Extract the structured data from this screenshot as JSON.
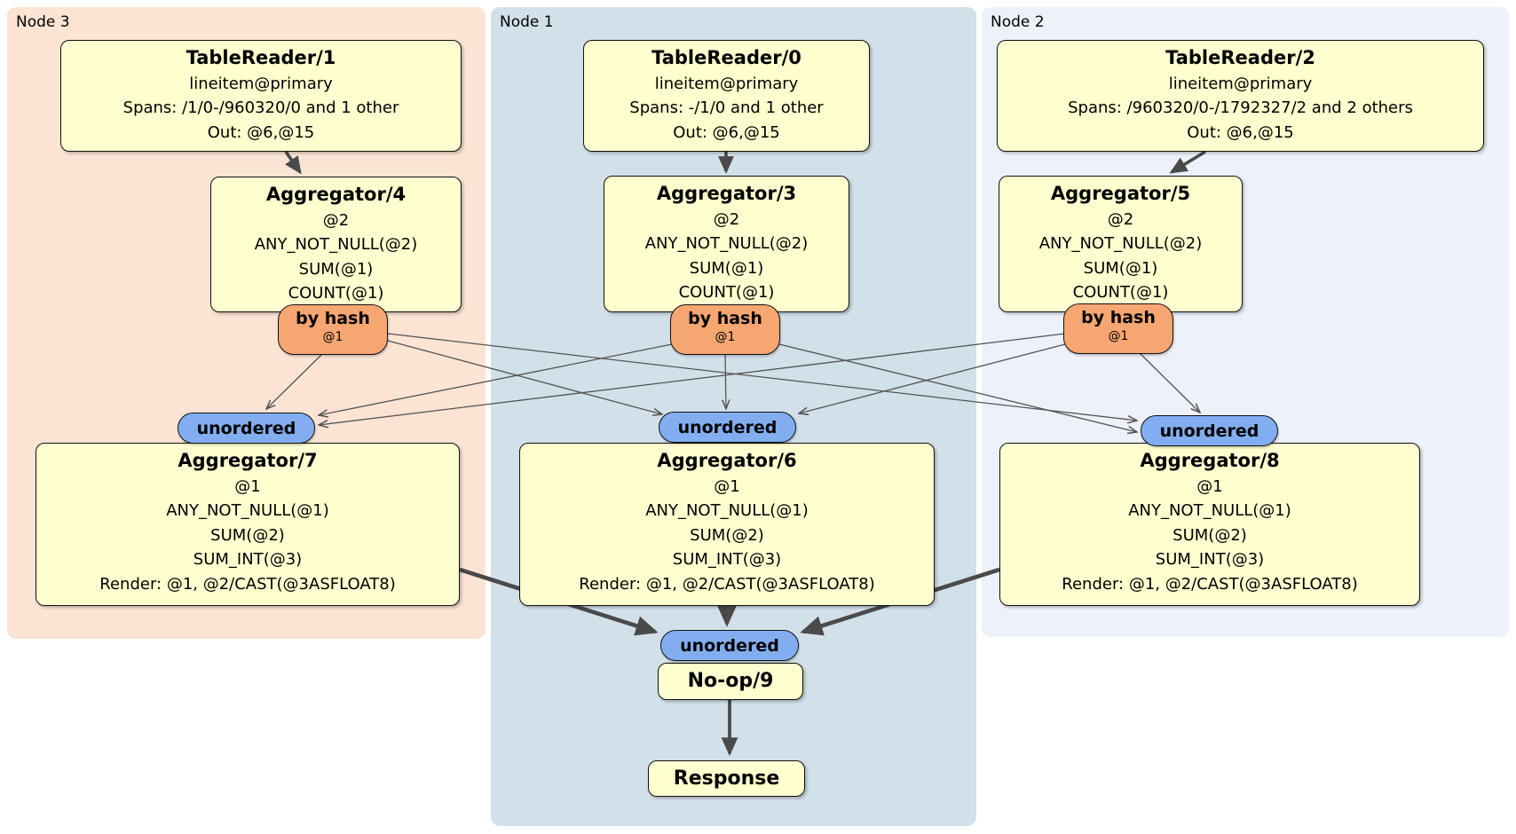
{
  "colors": {
    "node3_bg": "#fce4d4",
    "node1_bg": "#d2e0e9",
    "node2_bg": "#edf1fa",
    "box_bg": "#ffffcf",
    "router_bg": "#f6a671",
    "sync_bg": "#82aef1",
    "edge_thin": "#555555",
    "edge_thick": "#4a4a4a"
  },
  "nodes": [
    {
      "label": "Node 3",
      "tablereader": {
        "title": "TableReader/1",
        "lines": [
          "lineitem@primary",
          "Spans: /1/0-/960320/0 and 1 other",
          "Out: @6,@15"
        ]
      },
      "aggregator_top": {
        "title": "Aggregator/4",
        "lines": [
          "@2",
          "ANY_NOT_NULL(@2)",
          "SUM(@1)",
          "COUNT(@1)"
        ]
      },
      "router": {
        "label": "by hash",
        "sub": "@1"
      },
      "sync": {
        "label": "unordered"
      },
      "aggregator_bottom": {
        "title": "Aggregator/7",
        "lines": [
          "@1",
          "ANY_NOT_NULL(@1)",
          "SUM(@2)",
          "SUM_INT(@3)",
          "Render: @1, @2/CAST(@3ASFLOAT8)"
        ]
      }
    },
    {
      "label": "Node 1",
      "tablereader": {
        "title": "TableReader/0",
        "lines": [
          "lineitem@primary",
          "Spans: -/1/0 and 1 other",
          "Out: @6,@15"
        ]
      },
      "aggregator_top": {
        "title": "Aggregator/3",
        "lines": [
          "@2",
          "ANY_NOT_NULL(@2)",
          "SUM(@1)",
          "COUNT(@1)"
        ]
      },
      "router": {
        "label": "by hash",
        "sub": "@1"
      },
      "sync": {
        "label": "unordered"
      },
      "aggregator_bottom": {
        "title": "Aggregator/6",
        "lines": [
          "@1",
          "ANY_NOT_NULL(@1)",
          "SUM(@2)",
          "SUM_INT(@3)",
          "Render: @1, @2/CAST(@3ASFLOAT8)"
        ]
      }
    },
    {
      "label": "Node 2",
      "tablereader": {
        "title": "TableReader/2",
        "lines": [
          "lineitem@primary",
          "Spans: /960320/0-/1792327/2 and 2 others",
          "Out: @6,@15"
        ]
      },
      "aggregator_top": {
        "title": "Aggregator/5",
        "lines": [
          "@2",
          "ANY_NOT_NULL(@2)",
          "SUM(@1)",
          "COUNT(@1)"
        ]
      },
      "router": {
        "label": "by hash",
        "sub": "@1"
      },
      "sync": {
        "label": "unordered"
      },
      "aggregator_bottom": {
        "title": "Aggregator/8",
        "lines": [
          "@1",
          "ANY_NOT_NULL(@1)",
          "SUM(@2)",
          "SUM_INT(@3)",
          "Render: @1, @2/CAST(@3ASFLOAT8)"
        ]
      }
    }
  ],
  "final": {
    "sync": {
      "label": "unordered"
    },
    "noop": {
      "title": "No-op/9"
    },
    "response": {
      "title": "Response"
    }
  }
}
